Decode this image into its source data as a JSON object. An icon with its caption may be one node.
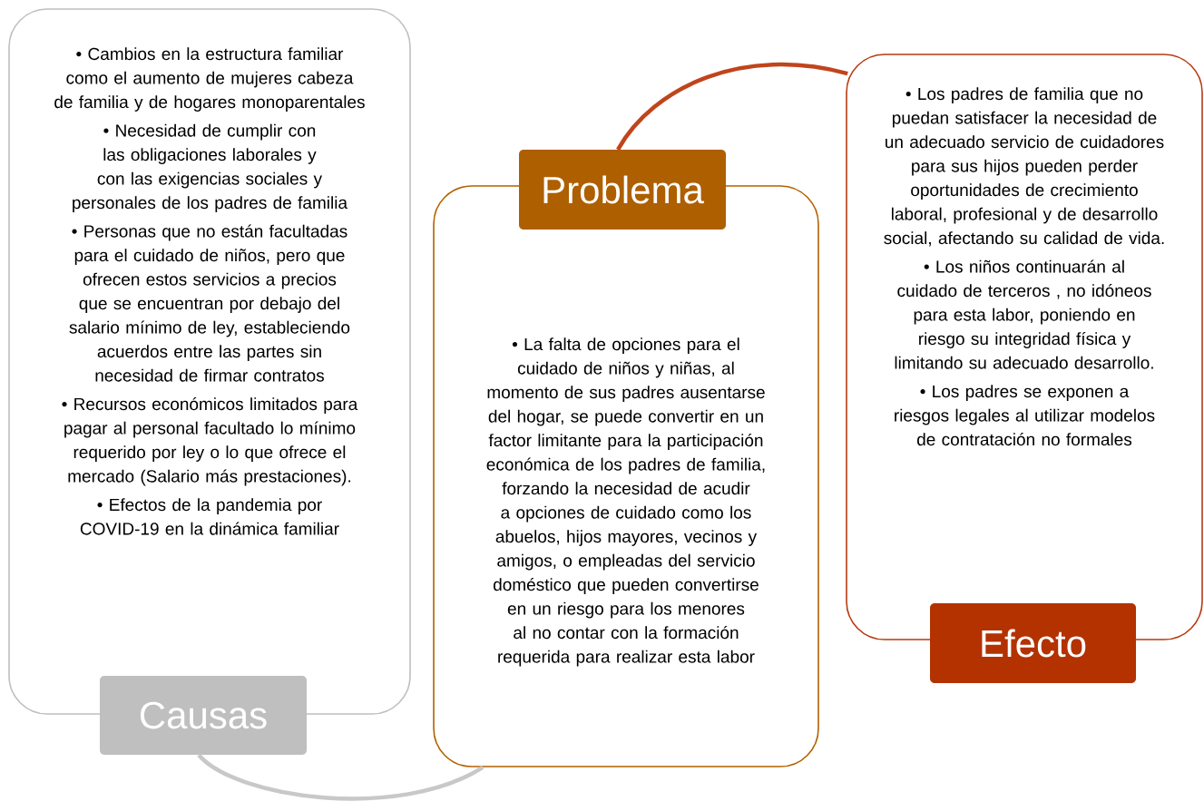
{
  "diagram": {
    "nodes": [
      {
        "text": [
          "• Cambios en la estructura familiar como el aumento de mujeres cabeza de familia y de hogares monoparentales",
          "• Necesidad de cumplir con las obligaciones laborales y con las exigencias sociales y personales de los padres de familia",
          "• Personas que no están facultadas para el cuidado de niños, pero que ofrecen estos servicios a precios que se encuentran por debajo del salario mínimo de ley, estableciendo acuerdos entre las partes sin necesidad de firmar contratos",
          "• Recursos económicos limitados para pagar al personal facultado lo mínimo requerido por ley o lo que ofrece el mercado (Salario más prestaciones).",
          "• Efectos de la pandemia por COVID-19 en la dinámica familiar"
        ]
      },
      {
        "text": [
          "Causas"
        ]
      },
      {
        "text": [
          "• La falta de opciones para el cuidado de niños y niñas, al momento de sus padres ausentarse del hogar, se puede convertir en un factor limitante para la participación económica de los padres de familia, forzando la necesidad de acudir a opciones de cuidado como los abuelos, hijos mayores, vecinos y amigos, o empleadas del servicio doméstico que pueden convertirse en un riesgo para los menores al no contar con la formación requerida para realizar esta labor"
        ]
      },
      {
        "text": [
          "Problema"
        ]
      },
      {
        "text": [
          "• Los padres de familia que no puedan satisfacer la necesidad de un adecuado servicio de cuidadores para sus hijos pueden perder oportunidades de crecimiento laboral, profesional y de desarrollo social, afectando su calidad de vida.",
          "• Los niños continuarán al cuidado de terceros , no idóneos para esta labor, poniendo en riesgo su integridad física y limitando su adecuado desarrollo.",
          "• Los padres se exponen a riesgos legales al utilizar modelos de contratación no formales"
        ]
      },
      {
        "text": [
          "Efecto"
        ]
      }
    ],
    "edges": [
      {
        "from": 1,
        "to": 2,
        "arrow": "none",
        "color": "#c8c8c8"
      },
      {
        "from": 3,
        "to": 4,
        "arrow": "none",
        "color": "#c0441c"
      }
    ]
  }
}
